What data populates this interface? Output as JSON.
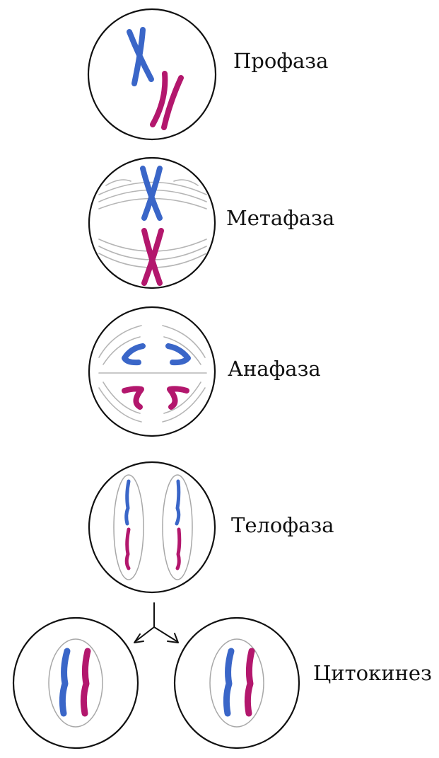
{
  "stages": {
    "prophase": {
      "label": "Профаза"
    },
    "metaphase": {
      "label": "Метафаза"
    },
    "anaphase": {
      "label": "Анафаза"
    },
    "telophase": {
      "label": "Телофаза"
    },
    "cytokinesis": {
      "label": "Цитокинез"
    }
  },
  "colors": {
    "chromosome_a": "#3a66c8",
    "chromosome_b": "#b3176d",
    "spindle": "#b5b5b5",
    "outline": "#111111"
  }
}
